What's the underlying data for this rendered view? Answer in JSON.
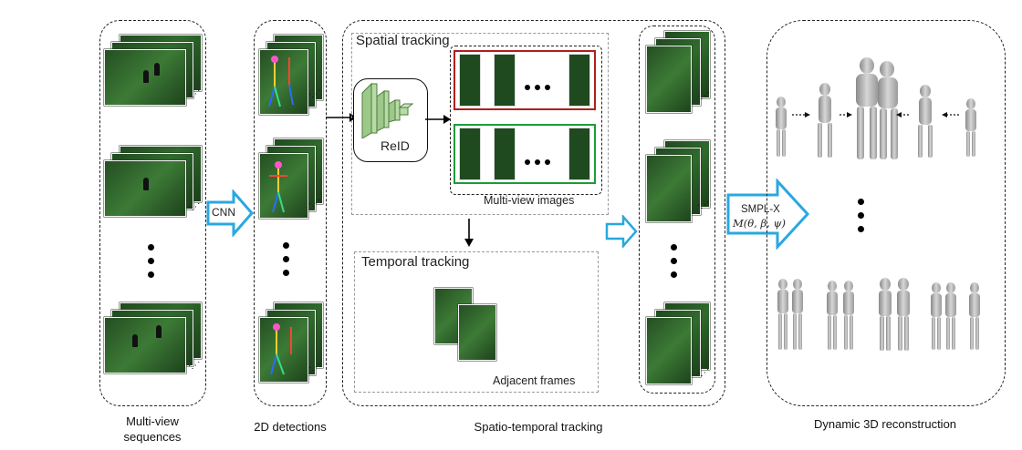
{
  "captions": {
    "multi_view": "Multi-view\nsequences",
    "detections": "2D detections",
    "tracking": "Spatio-temporal tracking",
    "reconstruction": "Dynamic 3D reconstruction"
  },
  "labels": {
    "cnn": "CNN",
    "spatial_tracking": "Spatial tracking",
    "reid": "ReID",
    "multi_view_images": "Multi-view images",
    "temporal_tracking": "Temporal tracking",
    "adjacent_frames": "Adjacent frames",
    "smplx": "SMPL-X",
    "smplx_formula": "M(θ, β, ψ)"
  },
  "colors": {
    "arrow_blue": "#29a8e0",
    "red_box": "#b01e1e",
    "green_box": "#1f9a3a",
    "reid_green": "#9cc98a"
  }
}
